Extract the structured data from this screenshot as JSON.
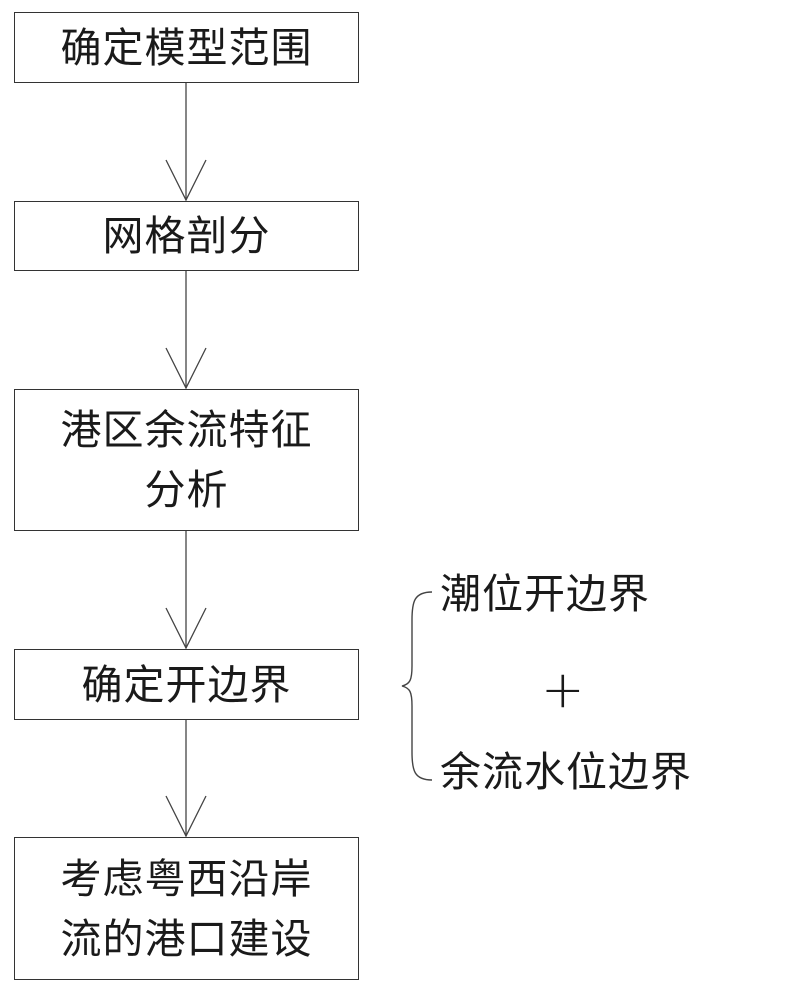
{
  "flowchart": {
    "steps": [
      {
        "label": "确定模型范围"
      },
      {
        "label": "网格剖分"
      },
      {
        "label": "港区余流特征\n分析"
      },
      {
        "label": "确定开边界"
      },
      {
        "label": "考虑粤西沿岸\n流的港口建设"
      }
    ]
  },
  "boundary_note": {
    "line1": "潮位开边界",
    "plus": "+",
    "line2": "余流水位边界"
  },
  "colors": {
    "stroke": "#333333",
    "text": "#1a1a1a",
    "background": "#ffffff"
  }
}
